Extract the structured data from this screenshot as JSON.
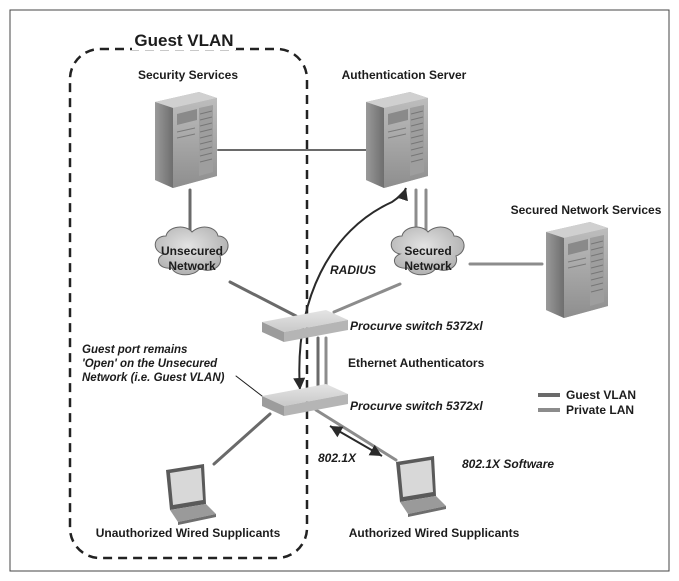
{
  "diagram": {
    "guest_vlan_title": "Guest VLAN",
    "nodes": {
      "security_services": "Security Services",
      "authentication_server": "Authentication Server",
      "secured_network_services": "Secured Network Services",
      "unsecured_network_line1": "Unsecured",
      "unsecured_network_line2": "Network",
      "secured_network_line1": "Secured",
      "secured_network_line2": "Network",
      "switch_top": "Procurve switch 5372xl",
      "switch_bottom": "Procurve switch 5372xl",
      "ethernet_authenticators": "Ethernet Authenticators",
      "unauthorized_supplicants": "Unauthorized Wired Supplicants",
      "authorized_supplicants": "Authorized Wired Supplicants"
    },
    "annotations": {
      "radius": "RADIUS",
      "dot1x": "802.1X",
      "dot1x_software": "802.1X Software",
      "guest_port_line1": "Guest port remains",
      "guest_port_line2": "'Open' on the Unsecured",
      "guest_port_line3": "Network (i.e. Guest VLAN)"
    },
    "legend": [
      {
        "label": "Guest VLAN",
        "color": "#6a6a6a"
      },
      {
        "label": "Private LAN",
        "color": "#8c8c8c"
      }
    ]
  }
}
